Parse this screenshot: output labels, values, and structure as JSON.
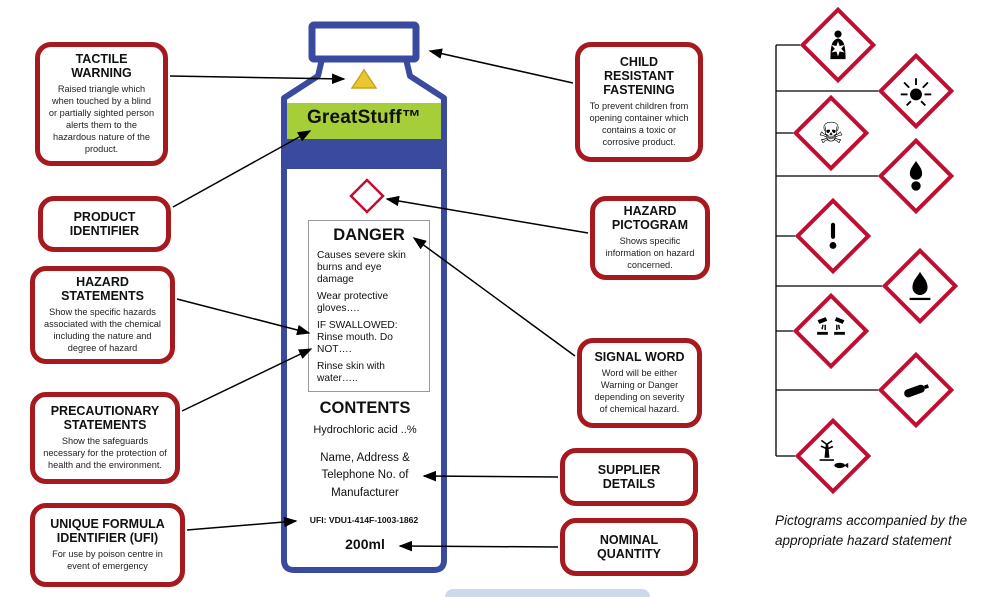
{
  "page": {
    "footnote": "Pictograms accompanied by the appropriate hazard statement"
  },
  "colors": {
    "callout_red": "#a5191f",
    "ghs_red": "#c00d31",
    "bottle_blue": "#3a4a9f",
    "brand_green": "#a6ce39",
    "warning_yellow": "#e9c72e"
  },
  "callouts_left": [
    {
      "title": "TACTILE WARNING",
      "desc": "Raised triangle which when touched by a blind or partially sighted person alerts them to the hazardous nature of the product."
    },
    {
      "title": "PRODUCT IDENTIFIER",
      "desc": ""
    },
    {
      "title": "HAZARD STATEMENTS",
      "desc": "Show the specific hazards associated with the chemical including the nature and degree of hazard"
    },
    {
      "title": "PRECAUTIONARY STATEMENTS",
      "desc": "Show the safeguards necessary for the protection of health and the environment."
    },
    {
      "title": "UNIQUE FORMULA IDENTIFIER (UFI)",
      "desc": "For use by poison centre in event of emergency"
    }
  ],
  "callouts_right": [
    {
      "title": "CHILD RESISTANT FASTENING",
      "desc": "To prevent children from opening container which contains a toxic or corrosive product."
    },
    {
      "title": "HAZARD PICTOGRAM",
      "desc": "Shows specific information on hazard concerned."
    },
    {
      "title": "SIGNAL WORD",
      "desc": "Word will be either Warning or Danger depending on severity of chemical hazard."
    },
    {
      "title": "SUPPLIER DETAILS",
      "desc": ""
    },
    {
      "title": "NOMINAL QUANTITY",
      "desc": ""
    }
  ],
  "bottle": {
    "brand": "GreatStuff™",
    "signal_word": "DANGER",
    "hazard_lines": [
      "Causes severe skin burns and eye damage",
      "Wear protective gloves….",
      "IF SWALLOWED: Rinse mouth. Do NOT….",
      "Rinse skin with water….."
    ],
    "contents_heading": "CONTENTS",
    "contents_value": "Hydrochloric acid ..%",
    "supplier": "Name, Address & Telephone No. of Manufacturer",
    "ufi": "UFI: VDU1-414F-1003-1862",
    "quantity": "200ml"
  },
  "pictograms": [
    "health-hazard",
    "exploding-bomb",
    "skull-and-crossbones",
    "flame-over-circle",
    "exclamation-mark",
    "flame",
    "corrosion",
    "gas-cylinder",
    "environment"
  ],
  "icons": {
    "skull_glyph": "☠"
  }
}
